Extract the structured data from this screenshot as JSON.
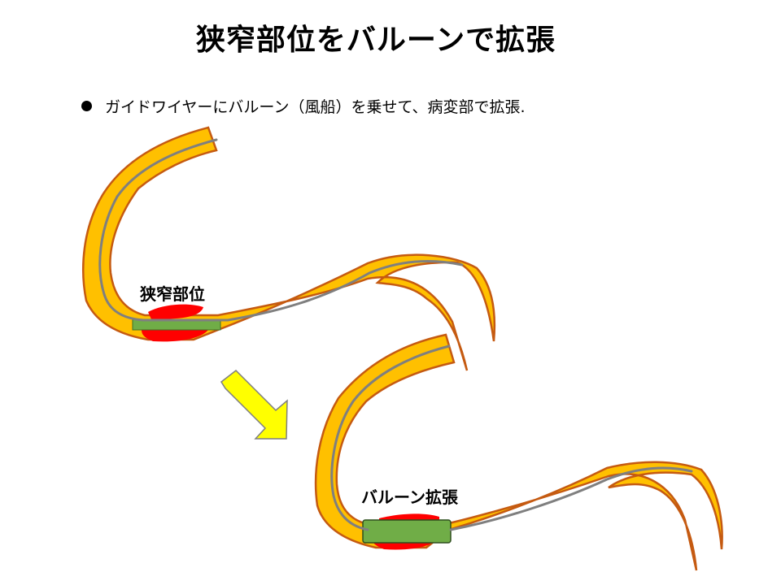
{
  "slide": {
    "title": "狭窄部位をバルーンで拡張",
    "bullet": "ガイドワイヤーにバルーン（風船）を乗せて、病変部で拡張."
  },
  "labels": {
    "before": "狭窄部位",
    "after": "バルーン拡張"
  },
  "colors": {
    "vessel_fill": "#FFC000",
    "vessel_stroke": "#C55A11",
    "plaque": "#FF0000",
    "guidewire": "#7F7F7F",
    "balloon": "#70AD47",
    "arrow_fill": "#FFFF00"
  }
}
